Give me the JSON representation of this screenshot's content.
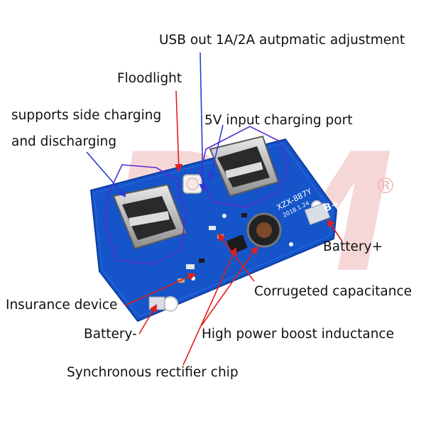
{
  "labels": {
    "usb_out": "USB out 1A/2A autpmatic adjustment",
    "floodlight": "Floodlight",
    "side_charging_1": "supports side charging",
    "side_charging_2": "and discharging",
    "input_port": "5V input charging port",
    "battery_plus": "Battery+",
    "corrugated_cap": "Corrugeted capacitance",
    "insurance": "Insurance device",
    "battery_minus": "Battery-",
    "inductance": "High power boost inductance",
    "rectifier": "Synchronous rectifier chip"
  },
  "board": {
    "model": "XZX-887Y",
    "date": "2018.1.24",
    "pad_label": "B+",
    "watermark": "BM",
    "registered": "®"
  },
  "colors": {
    "pcb": "#1554c9",
    "arrow_red": "#e0201a",
    "arrow_blue": "#2a3bd6",
    "outline_purple": "#5a2bd0",
    "watermark": "#f4caca"
  }
}
